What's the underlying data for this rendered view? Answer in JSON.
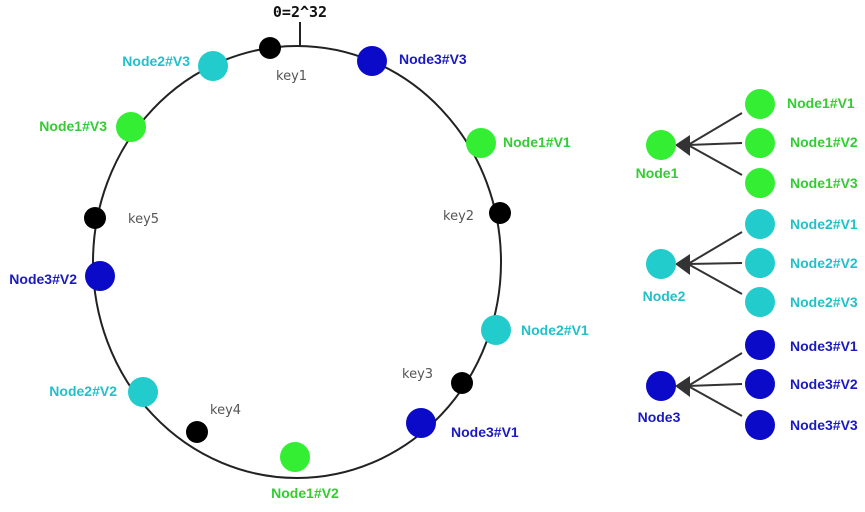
{
  "colors": {
    "node1": "#33ee33",
    "node2": "#22cccc",
    "node3": "#0a0ac8",
    "node1_text": "#33cc33",
    "node2_text": "#22c0c8",
    "node3_text": "#1a1ac0",
    "key": "#000000",
    "ring": "#222222"
  },
  "ring": {
    "origin_label": "0=2^32",
    "virtual_nodes": [
      {
        "label": "Node2#V3",
        "group": "node2"
      },
      {
        "label": "Node3#V3",
        "group": "node3"
      },
      {
        "label": "Node1#V1",
        "group": "node1"
      },
      {
        "label": "Node2#V1",
        "group": "node2"
      },
      {
        "label": "Node3#V1",
        "group": "node3"
      },
      {
        "label": "Node1#V2",
        "group": "node1"
      },
      {
        "label": "Node2#V2",
        "group": "node2"
      },
      {
        "label": "Node3#V2",
        "group": "node3"
      },
      {
        "label": "Node1#V3",
        "group": "node1"
      }
    ],
    "keys": [
      {
        "label": "key1"
      },
      {
        "label": "key2"
      },
      {
        "label": "key3"
      },
      {
        "label": "key4"
      },
      {
        "label": "key5"
      }
    ]
  },
  "mapping": [
    {
      "node": "Node1",
      "group": "node1",
      "virtual": [
        "Node1#V1",
        "Node1#V2",
        "Node1#V3"
      ]
    },
    {
      "node": "Node2",
      "group": "node2",
      "virtual": [
        "Node2#V1",
        "Node2#V2",
        "Node2#V3"
      ]
    },
    {
      "node": "Node3",
      "group": "node3",
      "virtual": [
        "Node3#V1",
        "Node3#V2",
        "Node3#V3"
      ]
    }
  ]
}
